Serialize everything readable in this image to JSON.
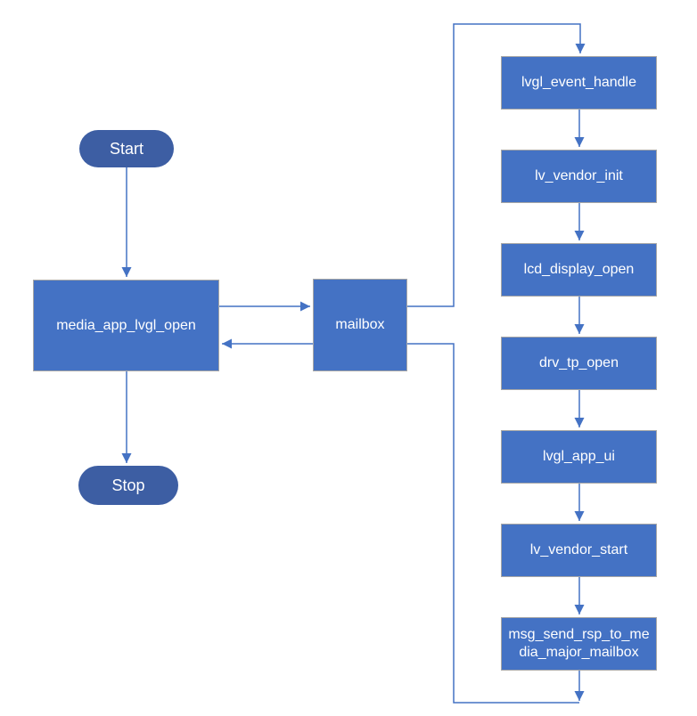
{
  "diagram": {
    "type": "flowchart",
    "background": "#FFFFFF",
    "colors": {
      "process_fill": "#4472C4",
      "terminator_fill": "#3D5EA3",
      "process_border": "#A6A6A6",
      "connector": "#4472C4",
      "label_text": "#FFFFFF"
    },
    "nodes": {
      "start": {
        "label": "Start",
        "shape": "terminator"
      },
      "media": {
        "label": "media_app_lvgl_open",
        "shape": "process"
      },
      "stop": {
        "label": "Stop",
        "shape": "terminator"
      },
      "mailbox": {
        "label": "mailbox",
        "shape": "process"
      },
      "chain": [
        {
          "label": "lvgl_event_handle",
          "shape": "process"
        },
        {
          "label": "lv_vendor_init",
          "shape": "process"
        },
        {
          "label": "lcd_display_open",
          "shape": "process"
        },
        {
          "label": "drv_tp_open",
          "shape": "process"
        },
        {
          "label": "lvgl_app_ui",
          "shape": "process"
        },
        {
          "label": "lv_vendor_start",
          "shape": "process"
        },
        {
          "label": "msg_send_rsp_to_media_major_mailbox",
          "shape": "process"
        }
      ]
    },
    "edges": [
      {
        "from": "start",
        "to": "media_app_lvgl_open",
        "arrow": "end"
      },
      {
        "from": "media_app_lvgl_open",
        "to": "mailbox",
        "arrow": "end"
      },
      {
        "from": "mailbox",
        "to": "media_app_lvgl_open",
        "arrow": "end"
      },
      {
        "from": "media_app_lvgl_open",
        "to": "stop",
        "arrow": "end"
      },
      {
        "from": "mailbox",
        "to": "lvgl_event_handle",
        "arrow": "end"
      },
      {
        "from": "lvgl_event_handle",
        "to": "lv_vendor_init",
        "arrow": "end"
      },
      {
        "from": "lv_vendor_init",
        "to": "lcd_display_open",
        "arrow": "end"
      },
      {
        "from": "lcd_display_open",
        "to": "drv_tp_open",
        "arrow": "end"
      },
      {
        "from": "drv_tp_open",
        "to": "lvgl_app_ui",
        "arrow": "end"
      },
      {
        "from": "lvgl_app_ui",
        "to": "lv_vendor_start",
        "arrow": "end"
      },
      {
        "from": "lv_vendor_start",
        "to": "msg_send_rsp_to_media_major_mailbox",
        "arrow": "end"
      },
      {
        "from": "msg_send_rsp_to_media_major_mailbox",
        "to": "mailbox",
        "arrow": "junction"
      }
    ]
  }
}
